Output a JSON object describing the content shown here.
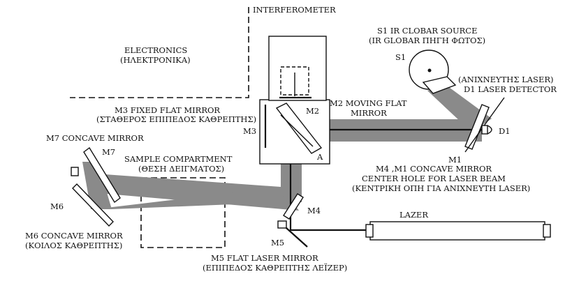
{
  "diagram": {
    "title": "INTERFEROMETER",
    "electronics": {
      "line1": "ELECTRONICS",
      "line2": "(ΗΛΕΚΤΡΟΝΙΚΑ)"
    },
    "source": {
      "line1": "S1 IR CLOBAR SOURCE",
      "line2": "(IR GLOBAR ΠΗΓΗ ΦΩΤΟΣ)",
      "tag": "S1"
    },
    "detector": {
      "line1": "(ΑΝΙΧΝΕΥΤΗΣ LASER)",
      "line2": "D1 LASER DETECTOR",
      "tag": "D1"
    },
    "m2_moving": {
      "line1": "M2 MOVING FLAT",
      "line2": "MIRROR",
      "tag": "M2"
    },
    "m3_fixed": {
      "line1": "M3  FIXED FLAT MIRROR",
      "line2": "(ΣΤΑΘΕΡΟΣ ΕΠΙΠΕΔΟΣ ΚΑΘΡΕΠΤΗΣ)",
      "tag": "M3"
    },
    "m7": {
      "label": "M7 CONCAVE MIRROR",
      "tag": "M7"
    },
    "sample": {
      "line1": "SAMPLE  COMPARTMENT",
      "line2": "(ΘΕΣΗ ΔΕΙΓΜΑΤΟΣ)"
    },
    "m4_m1": {
      "line1": "M4 ,M1 CONCAVE MIRROR",
      "line2": "CENTER HOLE FOR LASER BEAM",
      "line3": "(ΚΕΝΤΡΙΚΗ ΟΠΗ ΓΙΑ ΑΝΙΧΝΕΥΤΗ LASER)",
      "tag_m1": "M1",
      "tag_m4": "M4"
    },
    "beamsplitter": {
      "tag": "A"
    },
    "m6": {
      "tag": "M6",
      "line1": "M6  CONCAVE MIRROR",
      "line2": "(ΚΟΙΛΟΣ ΚΑΘΡΕΠΤΗΣ)"
    },
    "laser": {
      "label": "LAZER"
    },
    "m5": {
      "tag": "M5",
      "line1": "M5 FLAT LASER MIRROR",
      "line2": "(ΕΠΙΠΕΔΟΣ ΚΑΘΡΕΠΤΗΣ ΛΕΪΖΕΡ)"
    },
    "colors": {
      "beam": "#8a8a8a",
      "ink": "#111111",
      "background": "#ffffff"
    }
  }
}
